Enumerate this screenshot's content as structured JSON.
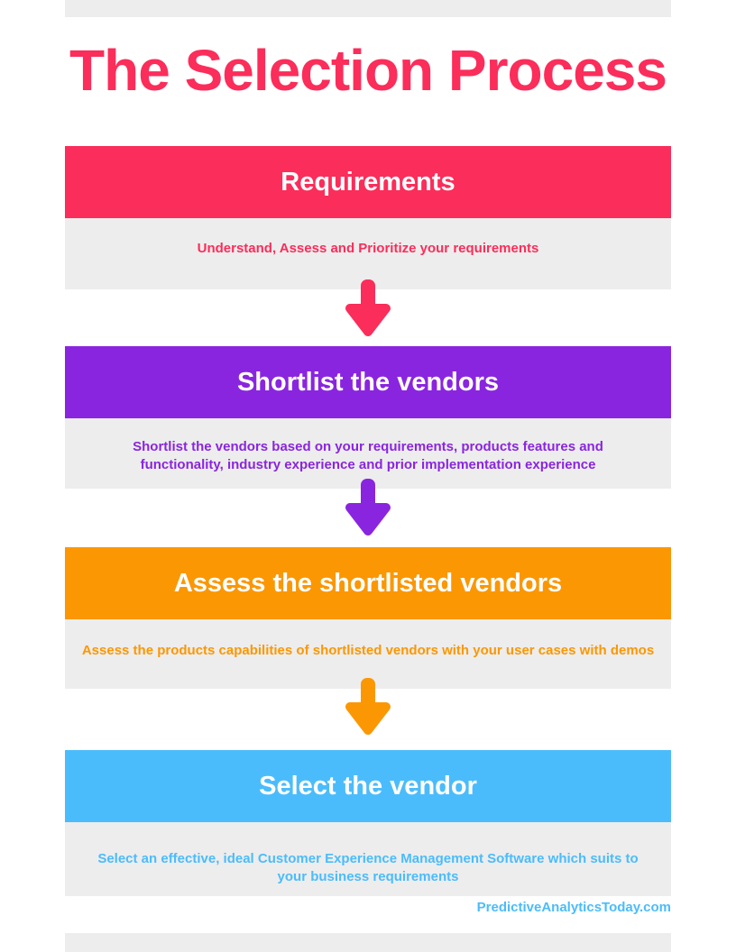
{
  "page": {
    "title": "The Selection Process",
    "title_color": "#FB2D5A",
    "background_color": "#FFFFFF",
    "divider_bar_color": "#EDEDED",
    "footer": "PredictiveAnalyticsToday.com",
    "footer_color": "#4BBCFB"
  },
  "steps": [
    {
      "title": "Requirements",
      "description": "Understand, Assess and Prioritize your requirements",
      "color": "#FB2D5A",
      "arrow_icon": "down-arrow"
    },
    {
      "title": "Shortlist the vendors",
      "description": "Shortlist the vendors based on your requirements, products features and\nfunctionality, industry experience and prior implementation experience",
      "color": "#8A25DF",
      "arrow_icon": "down-arrow"
    },
    {
      "title": "Assess the shortlisted vendors",
      "description": "Assess the products capabilities of shortlisted vendors with your user cases with demos",
      "color": "#FB9703",
      "arrow_icon": "down-arrow"
    },
    {
      "title": "Select the vendor",
      "description": "Select an effective, ideal Customer Experience Management Software which suits to\nyour business requirements",
      "color": "#4BBCFB",
      "arrow_icon": null
    }
  ]
}
